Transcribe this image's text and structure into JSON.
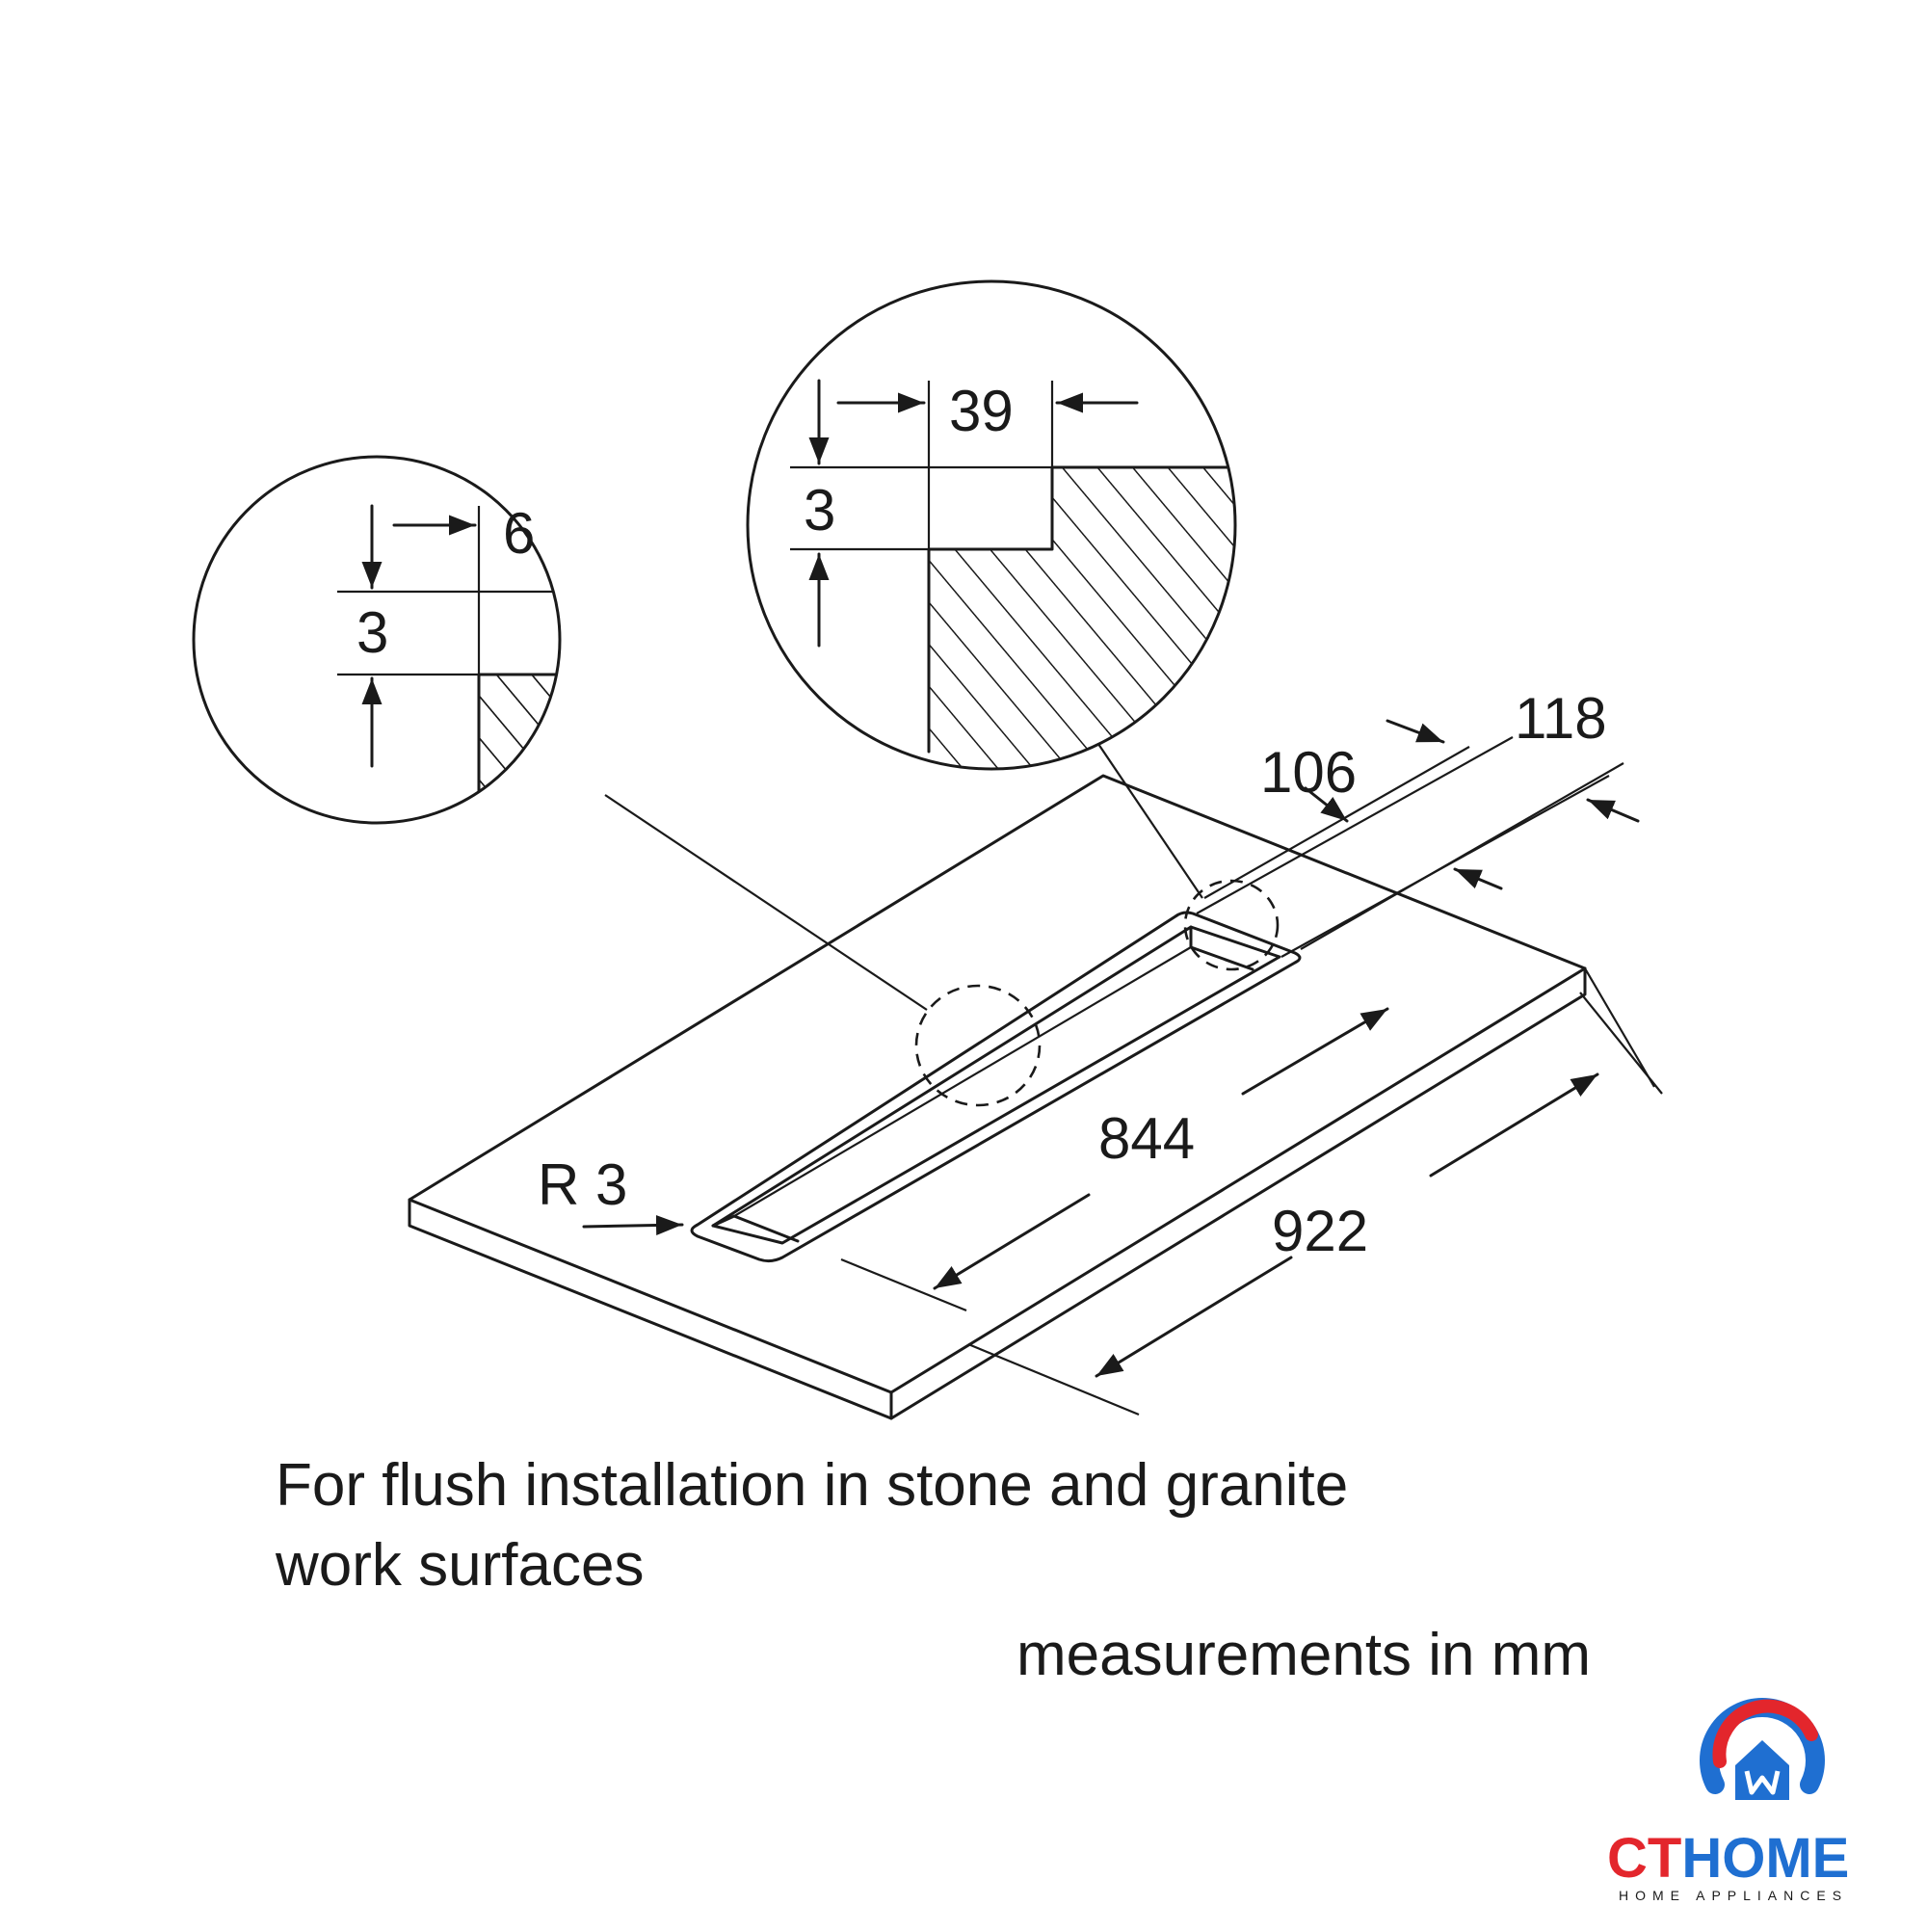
{
  "diagram": {
    "dimensions": {
      "detail_left_width": "6",
      "detail_left_depth": "3",
      "detail_right_width": "39",
      "detail_right_depth": "3",
      "inner_width": "106",
      "outer_width": "118",
      "inner_length": "844",
      "outer_length": "922",
      "corner_radius": "R 3"
    },
    "caption_line1": "For flush installation in stone and granite",
    "caption_line2": "work surfaces",
    "units_note": "measurements in mm"
  },
  "brand": {
    "name_part1": "CT",
    "name_part2": "HOME",
    "tagline": "HOME APPLIANCES",
    "color_red": "#e3262c",
    "color_blue": "#1f6fd1"
  }
}
